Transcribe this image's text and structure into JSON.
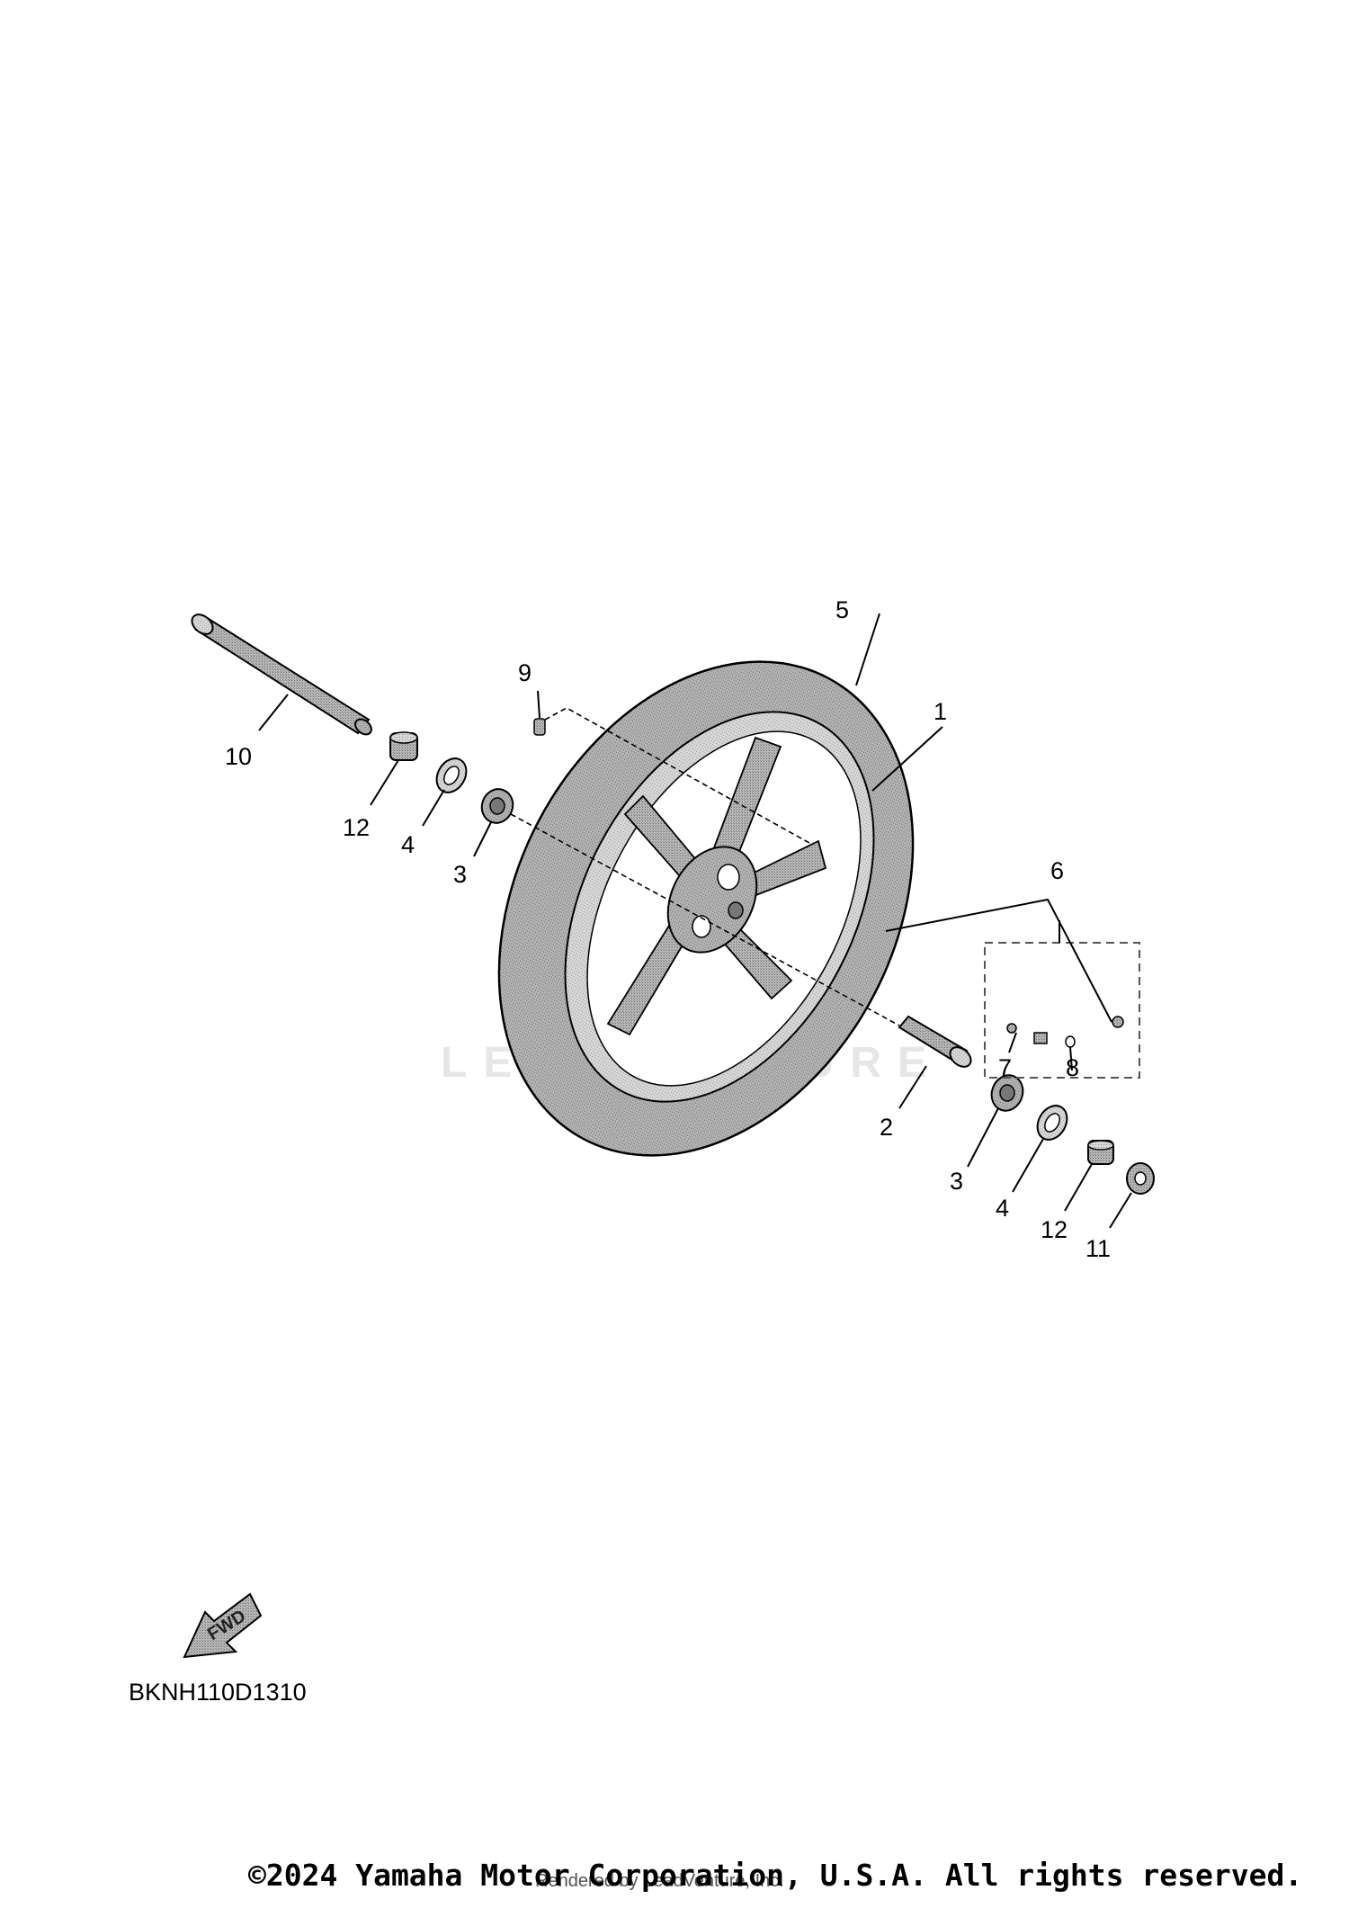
{
  "diagram": {
    "code": "BKNH110D1310",
    "fwd_label": "FWD",
    "watermark": "LEADVENTURE",
    "callouts": [
      "1",
      "2",
      "3",
      "3",
      "4",
      "4",
      "5",
      "6",
      "7",
      "8",
      "9",
      "10",
      "11",
      "12",
      "12"
    ],
    "colors": {
      "line": "#000000",
      "tire_fill": "#a8a8a8",
      "rim_fill": "#c4c4c4",
      "dash_box": "#555555"
    }
  },
  "footer": {
    "copyright": "©2024 Yamaha Motor Corporation, U.S.A. All rights reserved.",
    "render_credit": "Rendered by LeadVenture, Inc."
  }
}
